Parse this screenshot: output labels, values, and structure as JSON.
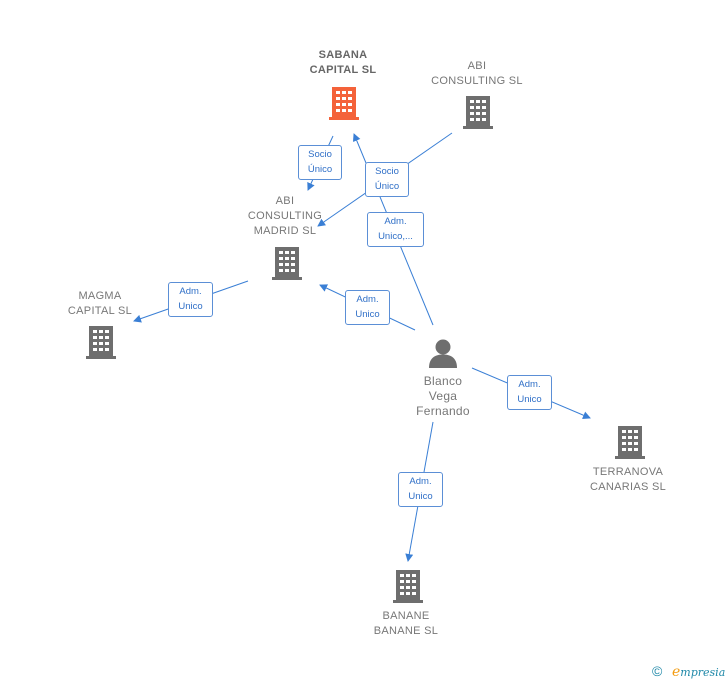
{
  "colors": {
    "edge": "#3a7fd5",
    "building_main": "#f4623a",
    "building": "#6e6e6e",
    "person": "#6e6e6e"
  },
  "nodes": {
    "sabana_capital": {
      "label": "SABANA\nCAPITAL  SL",
      "icon": "building-icon"
    },
    "abi_consulting": {
      "label": "ABI\nCONSULTING SL",
      "icon": "building-icon"
    },
    "abi_consulting_madrid": {
      "label": "ABI\nCONSULTING\nMADRID  SL",
      "icon": "building-icon"
    },
    "magma_capital": {
      "label": "MAGMA\nCAPITAL  SL",
      "icon": "building-icon"
    },
    "blanco_vega": {
      "label": "Blanco\nVega\nFernando",
      "icon": "person-icon"
    },
    "terranova_canarias": {
      "label": "TERRANOVA\nCANARIAS  SL",
      "icon": "building-icon"
    },
    "banane_banane": {
      "label": "BANANE\nBANANE  SL",
      "icon": "building-icon"
    }
  },
  "edges": {
    "socio_unico_1": "Socio\nÚnico",
    "socio_unico_2": "Socio\nÚnico",
    "adm_unico_sabana": "Adm.\nUnico,...",
    "adm_unico_magma": "Adm.\nUnico",
    "adm_unico_madrid": "Adm.\nUnico",
    "adm_unico_terranova": "Adm.\nUnico",
    "adm_unico_banane": "Adm.\nUnico"
  },
  "footer": {
    "copyright_symbol": "©",
    "brand_initial": "e",
    "brand_rest": "mpresia"
  }
}
